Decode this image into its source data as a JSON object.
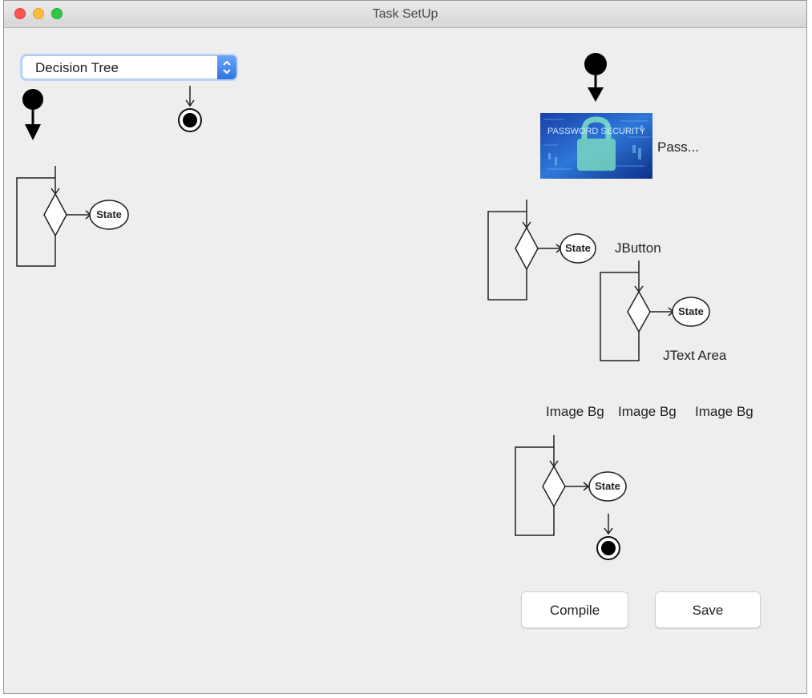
{
  "window": {
    "title": "Task SetUp"
  },
  "traffic_lights": {
    "close": "#fc5753",
    "minimize": "#fdbc40",
    "zoom": "#33c748"
  },
  "select": {
    "value": "Decision Tree"
  },
  "nodes": {
    "state_label": "State"
  },
  "image_label": "PASSWORD SECURITY",
  "labels": {
    "pass": "Pass...",
    "jbutton": "JButton",
    "jtextarea": "JText Area",
    "image_bg_1": "Image Bg",
    "image_bg_2": "Image Bg",
    "image_bg_3": "Image Bg"
  },
  "buttons": {
    "compile": "Compile",
    "save": "Save"
  },
  "icons": [
    "initial-node-icon",
    "final-node-icon",
    "decision-diamond-icon",
    "state-node-icon",
    "password-lock-image",
    "chevron-updown-icon"
  ]
}
